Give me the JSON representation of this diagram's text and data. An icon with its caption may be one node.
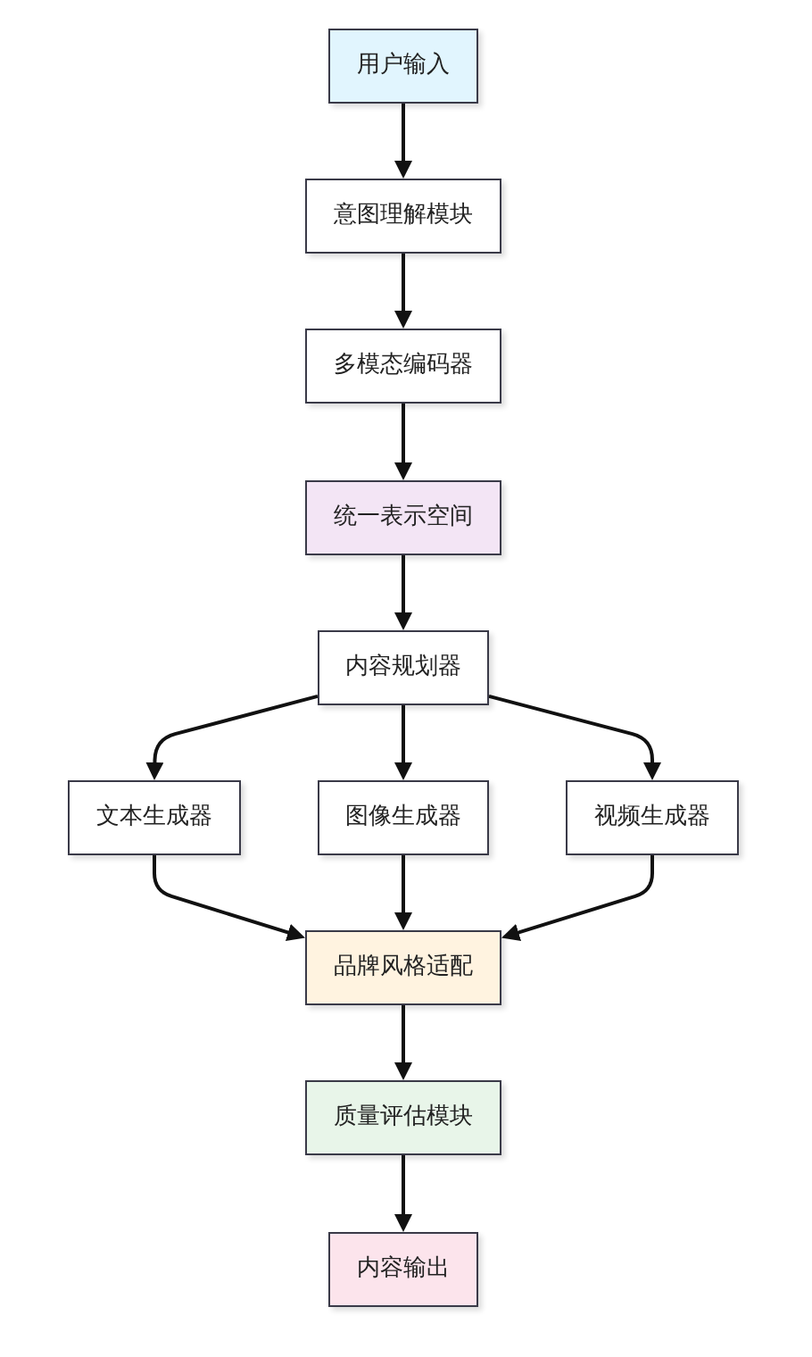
{
  "diagram": {
    "nodes": [
      {
        "text": [
          "用户输入"
        ]
      },
      {
        "text": [
          "意图理解模块"
        ]
      },
      {
        "text": [
          "多模态编码器"
        ]
      },
      {
        "text": [
          "统一表示空间"
        ]
      },
      {
        "text": [
          "内容规划器"
        ]
      },
      {
        "text": [
          "文本生成器"
        ]
      },
      {
        "text": [
          "图像生成器"
        ]
      },
      {
        "text": [
          "视频生成器"
        ]
      },
      {
        "text": [
          "品牌风格适配"
        ]
      },
      {
        "text": [
          "质量评估模块"
        ]
      },
      {
        "text": [
          "内容输出"
        ]
      }
    ],
    "edges": [
      {
        "from": 0,
        "to": 1,
        "arrow": "to"
      },
      {
        "from": 1,
        "to": 2,
        "arrow": "to"
      },
      {
        "from": 2,
        "to": 3,
        "arrow": "to"
      },
      {
        "from": 3,
        "to": 4,
        "arrow": "to"
      },
      {
        "from": 4,
        "to": 5,
        "arrow": "to"
      },
      {
        "from": 4,
        "to": 6,
        "arrow": "to"
      },
      {
        "from": 4,
        "to": 7,
        "arrow": "to"
      },
      {
        "from": 5,
        "to": 8,
        "arrow": "to"
      },
      {
        "from": 6,
        "to": 8,
        "arrow": "to"
      },
      {
        "from": 7,
        "to": 8,
        "arrow": "to"
      },
      {
        "from": 8,
        "to": 9,
        "arrow": "to"
      },
      {
        "from": 9,
        "to": 10,
        "arrow": "to"
      }
    ]
  }
}
